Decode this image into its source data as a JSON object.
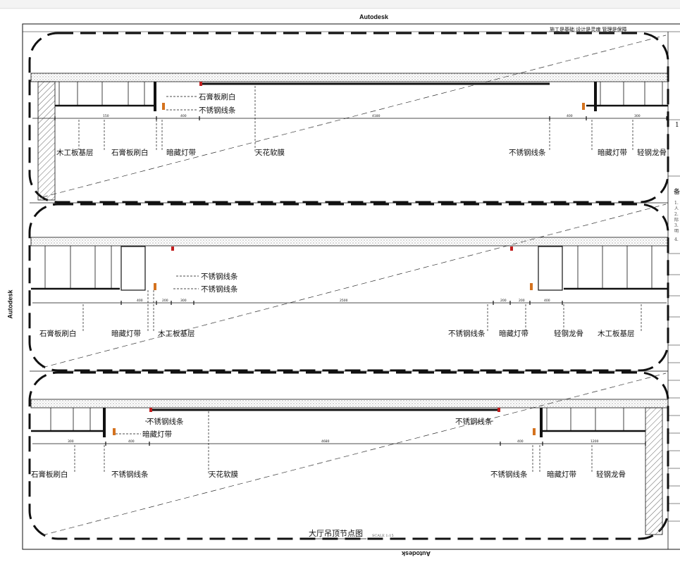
{
  "watermark": "Autodesk",
  "slogan": "施工是基础 设计是灵魂 管理是保障",
  "drawing_title": "大厅吊顶节点图",
  "scale_text": "SCALE 1:15",
  "section1": {
    "labels": [
      "石膏板刷白",
      "不锈钢线条",
      "木工板基层",
      "石膏板刷白",
      "暗藏灯带",
      "天花软膜",
      "不锈钢线条",
      "暗藏灯带",
      "轻钢龙骨"
    ],
    "dims": [
      "150",
      "400",
      "4180",
      "400",
      "300"
    ]
  },
  "section2": {
    "labels": [
      "不锈钢线条",
      "不锈钢线条",
      "石膏板刷白",
      "暗藏灯带",
      "木工板基层",
      "不锈钢线条",
      "暗藏灯带",
      "轻钢龙骨",
      "木工板基层"
    ],
    "dims": [
      "400",
      "200",
      "300",
      "2500",
      "200",
      "200",
      "400"
    ]
  },
  "section3": {
    "labels": [
      "不锈钢线条",
      "暗藏灯带",
      "不锈钢线条",
      "石膏板刷白",
      "不锈钢线条",
      "天花软膜",
      "不锈钢线条",
      "暗藏灯带",
      "轻钢龙骨"
    ],
    "dims": [
      "300",
      "400",
      "4680",
      "400",
      "1200"
    ]
  },
  "side_panel": {
    "note_heading": "备",
    "note_lines": [
      "1.",
      "人",
      "2.",
      "际",
      "3.",
      "明",
      "4."
    ]
  },
  "colors": {
    "line": "#111111",
    "hatch": "#666666",
    "accent_orange": "#d4721e",
    "accent_red": "#c21e1e"
  }
}
